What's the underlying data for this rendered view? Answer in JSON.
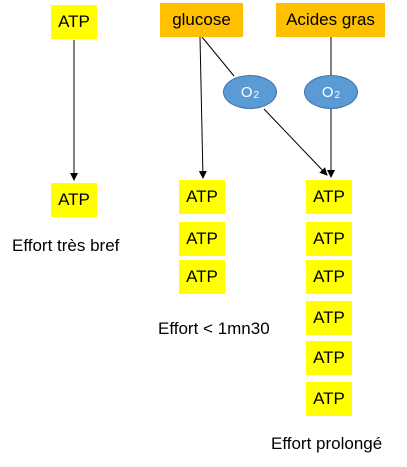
{
  "sources": {
    "glucose": "glucose",
    "fatty_acids": "Acides gras"
  },
  "oxygen": {
    "symbol": "O",
    "subscript": "2"
  },
  "atp_label": "ATP",
  "efforts": {
    "very_short": "Effort très bref",
    "short": "Effort < 1mn30",
    "prolonged": "Effort prolongé"
  },
  "colors": {
    "atp_fill": "#ffff00",
    "source_fill": "#ffc000",
    "oxygen_fill": "#5b9bd5",
    "arrow": "#000000"
  }
}
